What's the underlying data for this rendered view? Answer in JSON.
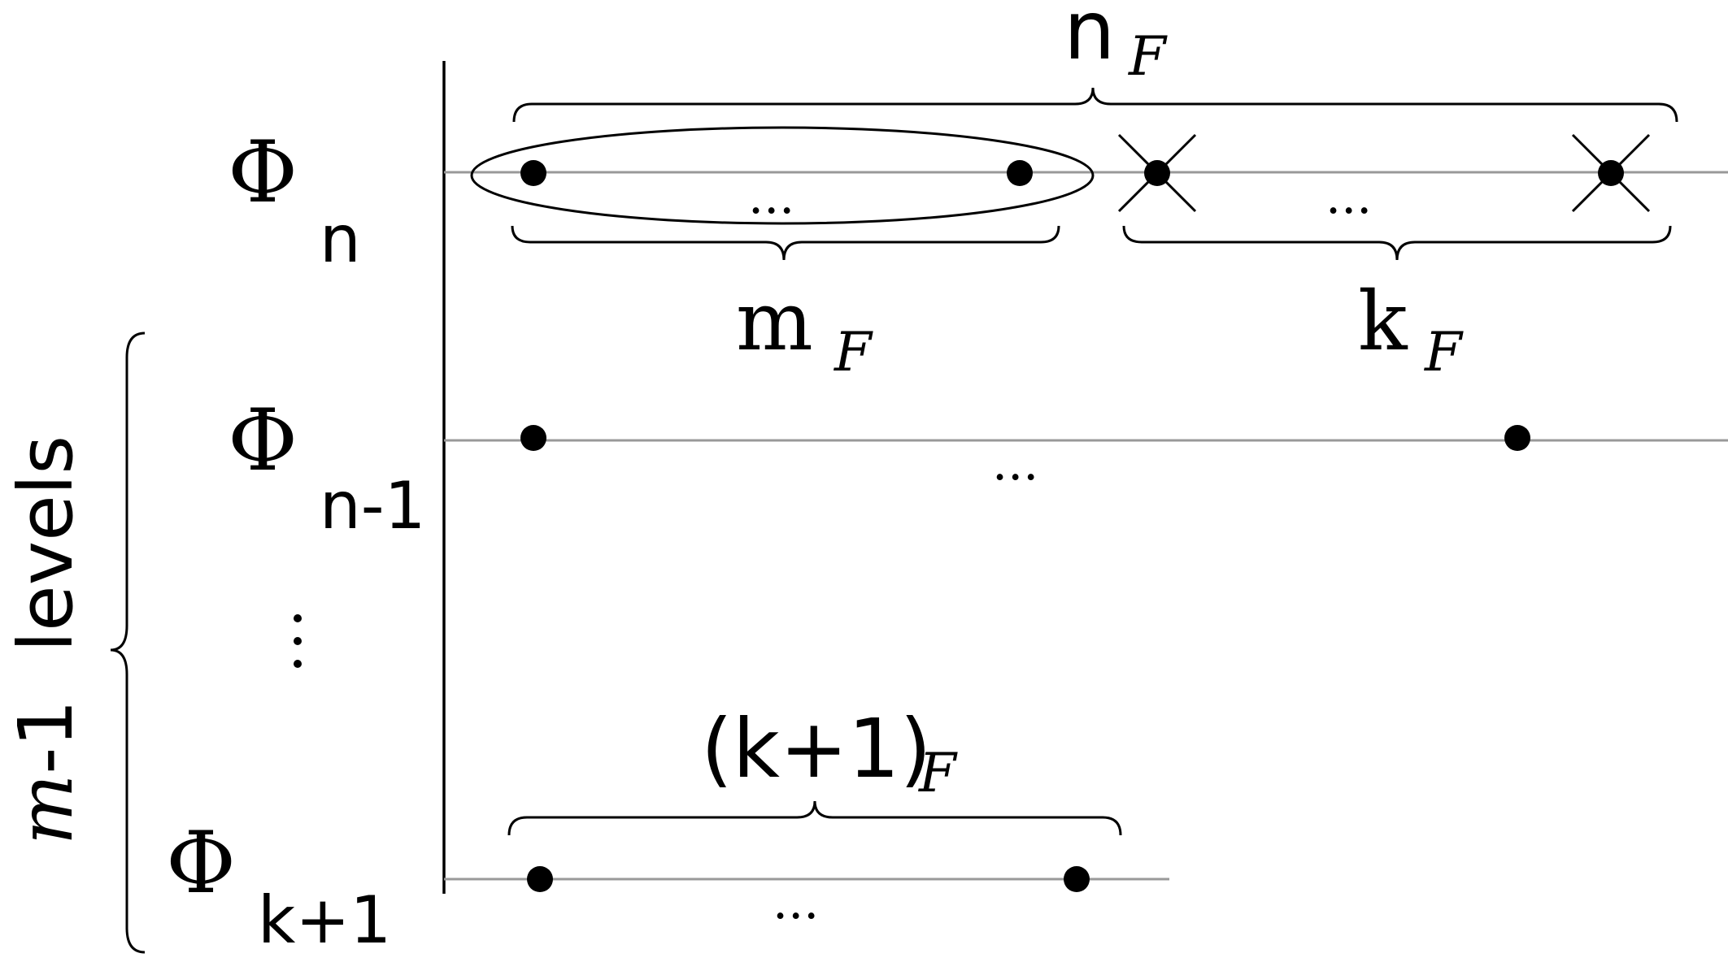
{
  "levels": {
    "top": {
      "symbol": "Φ",
      "subscript": "n"
    },
    "second": {
      "symbol": "Φ",
      "subscript": "n-1"
    },
    "bottom": {
      "symbol": "Φ",
      "subscript": "k+1"
    },
    "vdots": "⋮"
  },
  "brace_labels": {
    "n_F": {
      "main": "n",
      "sub": "F"
    },
    "m_F": {
      "main": "m",
      "sub": "F"
    },
    "k_F": {
      "main": "k",
      "sub": "F"
    },
    "k1_F": {
      "main": "(k+1)",
      "sub": "F"
    }
  },
  "ellipsis": "...",
  "side_label": {
    "var": "m",
    "rest": "-1  levels"
  }
}
